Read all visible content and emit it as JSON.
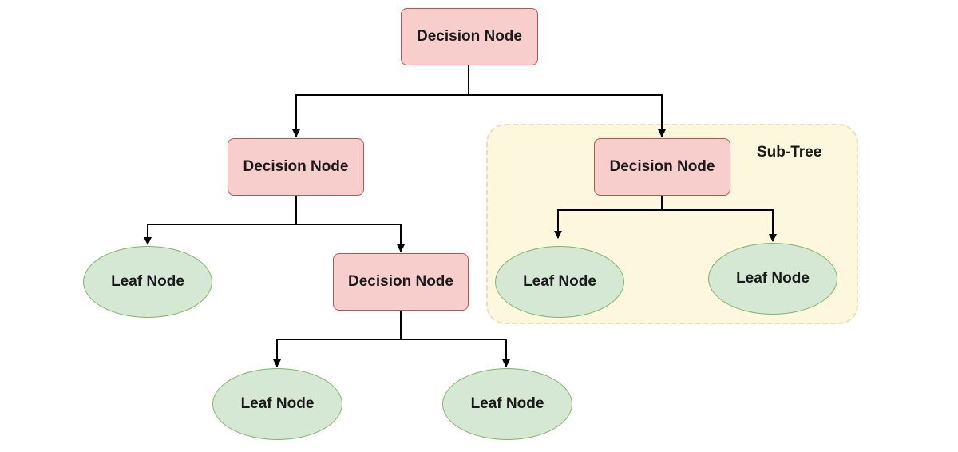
{
  "diagram": {
    "subtree": {
      "label": "Sub-Tree"
    },
    "nodes": [
      {
        "id": "root",
        "type": "decision",
        "label": "Decision Node"
      },
      {
        "id": "left",
        "type": "decision",
        "label": "Decision Node"
      },
      {
        "id": "right",
        "type": "decision",
        "label": "Decision Node"
      },
      {
        "id": "leaf-left",
        "type": "leaf",
        "label": "Leaf Node"
      },
      {
        "id": "mid",
        "type": "decision",
        "label": "Decision Node"
      },
      {
        "id": "leaf-right-1",
        "type": "leaf",
        "label": "Leaf Node"
      },
      {
        "id": "leaf-right-2",
        "type": "leaf",
        "label": "Leaf Node"
      },
      {
        "id": "leaf-mid-1",
        "type": "leaf",
        "label": "Leaf Node"
      },
      {
        "id": "leaf-mid-2",
        "type": "leaf",
        "label": "Leaf Node"
      }
    ],
    "edges": [
      {
        "from": "root",
        "to": "left"
      },
      {
        "from": "root",
        "to": "right"
      },
      {
        "from": "left",
        "to": "leaf-left"
      },
      {
        "from": "left",
        "to": "mid"
      },
      {
        "from": "right",
        "to": "leaf-right-1"
      },
      {
        "from": "right",
        "to": "leaf-right-2"
      },
      {
        "from": "mid",
        "to": "leaf-mid-1"
      },
      {
        "from": "mid",
        "to": "leaf-mid-2"
      }
    ],
    "colors": {
      "decision_fill": "#f8cecc",
      "decision_stroke": "#b85450",
      "leaf_fill": "#d5e8d4",
      "leaf_stroke": "#82b366",
      "subtree_fill": "#fcf7dd",
      "subtree_stroke": "#e4e0bd",
      "edge": "#000000"
    }
  }
}
